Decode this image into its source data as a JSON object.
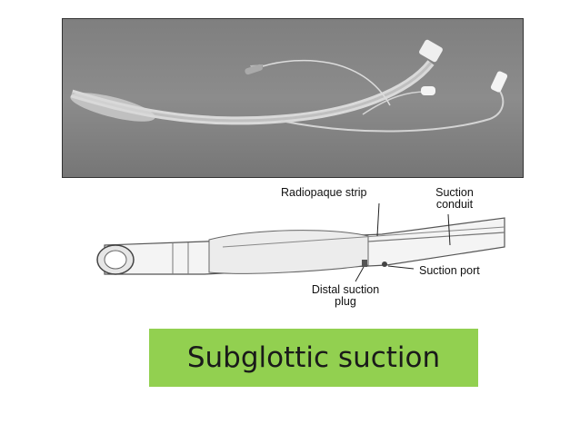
{
  "diagram": {
    "labels": {
      "radiopaque_strip": "Radiopaque strip",
      "suction_conduit_line1": "Suction",
      "suction_conduit_line2": "conduit",
      "suction_port": "Suction port",
      "distal_plug_line1": "Distal suction",
      "distal_plug_line2": "plug"
    }
  },
  "caption": {
    "text": "Subglottic suction",
    "background": "#92d050"
  }
}
